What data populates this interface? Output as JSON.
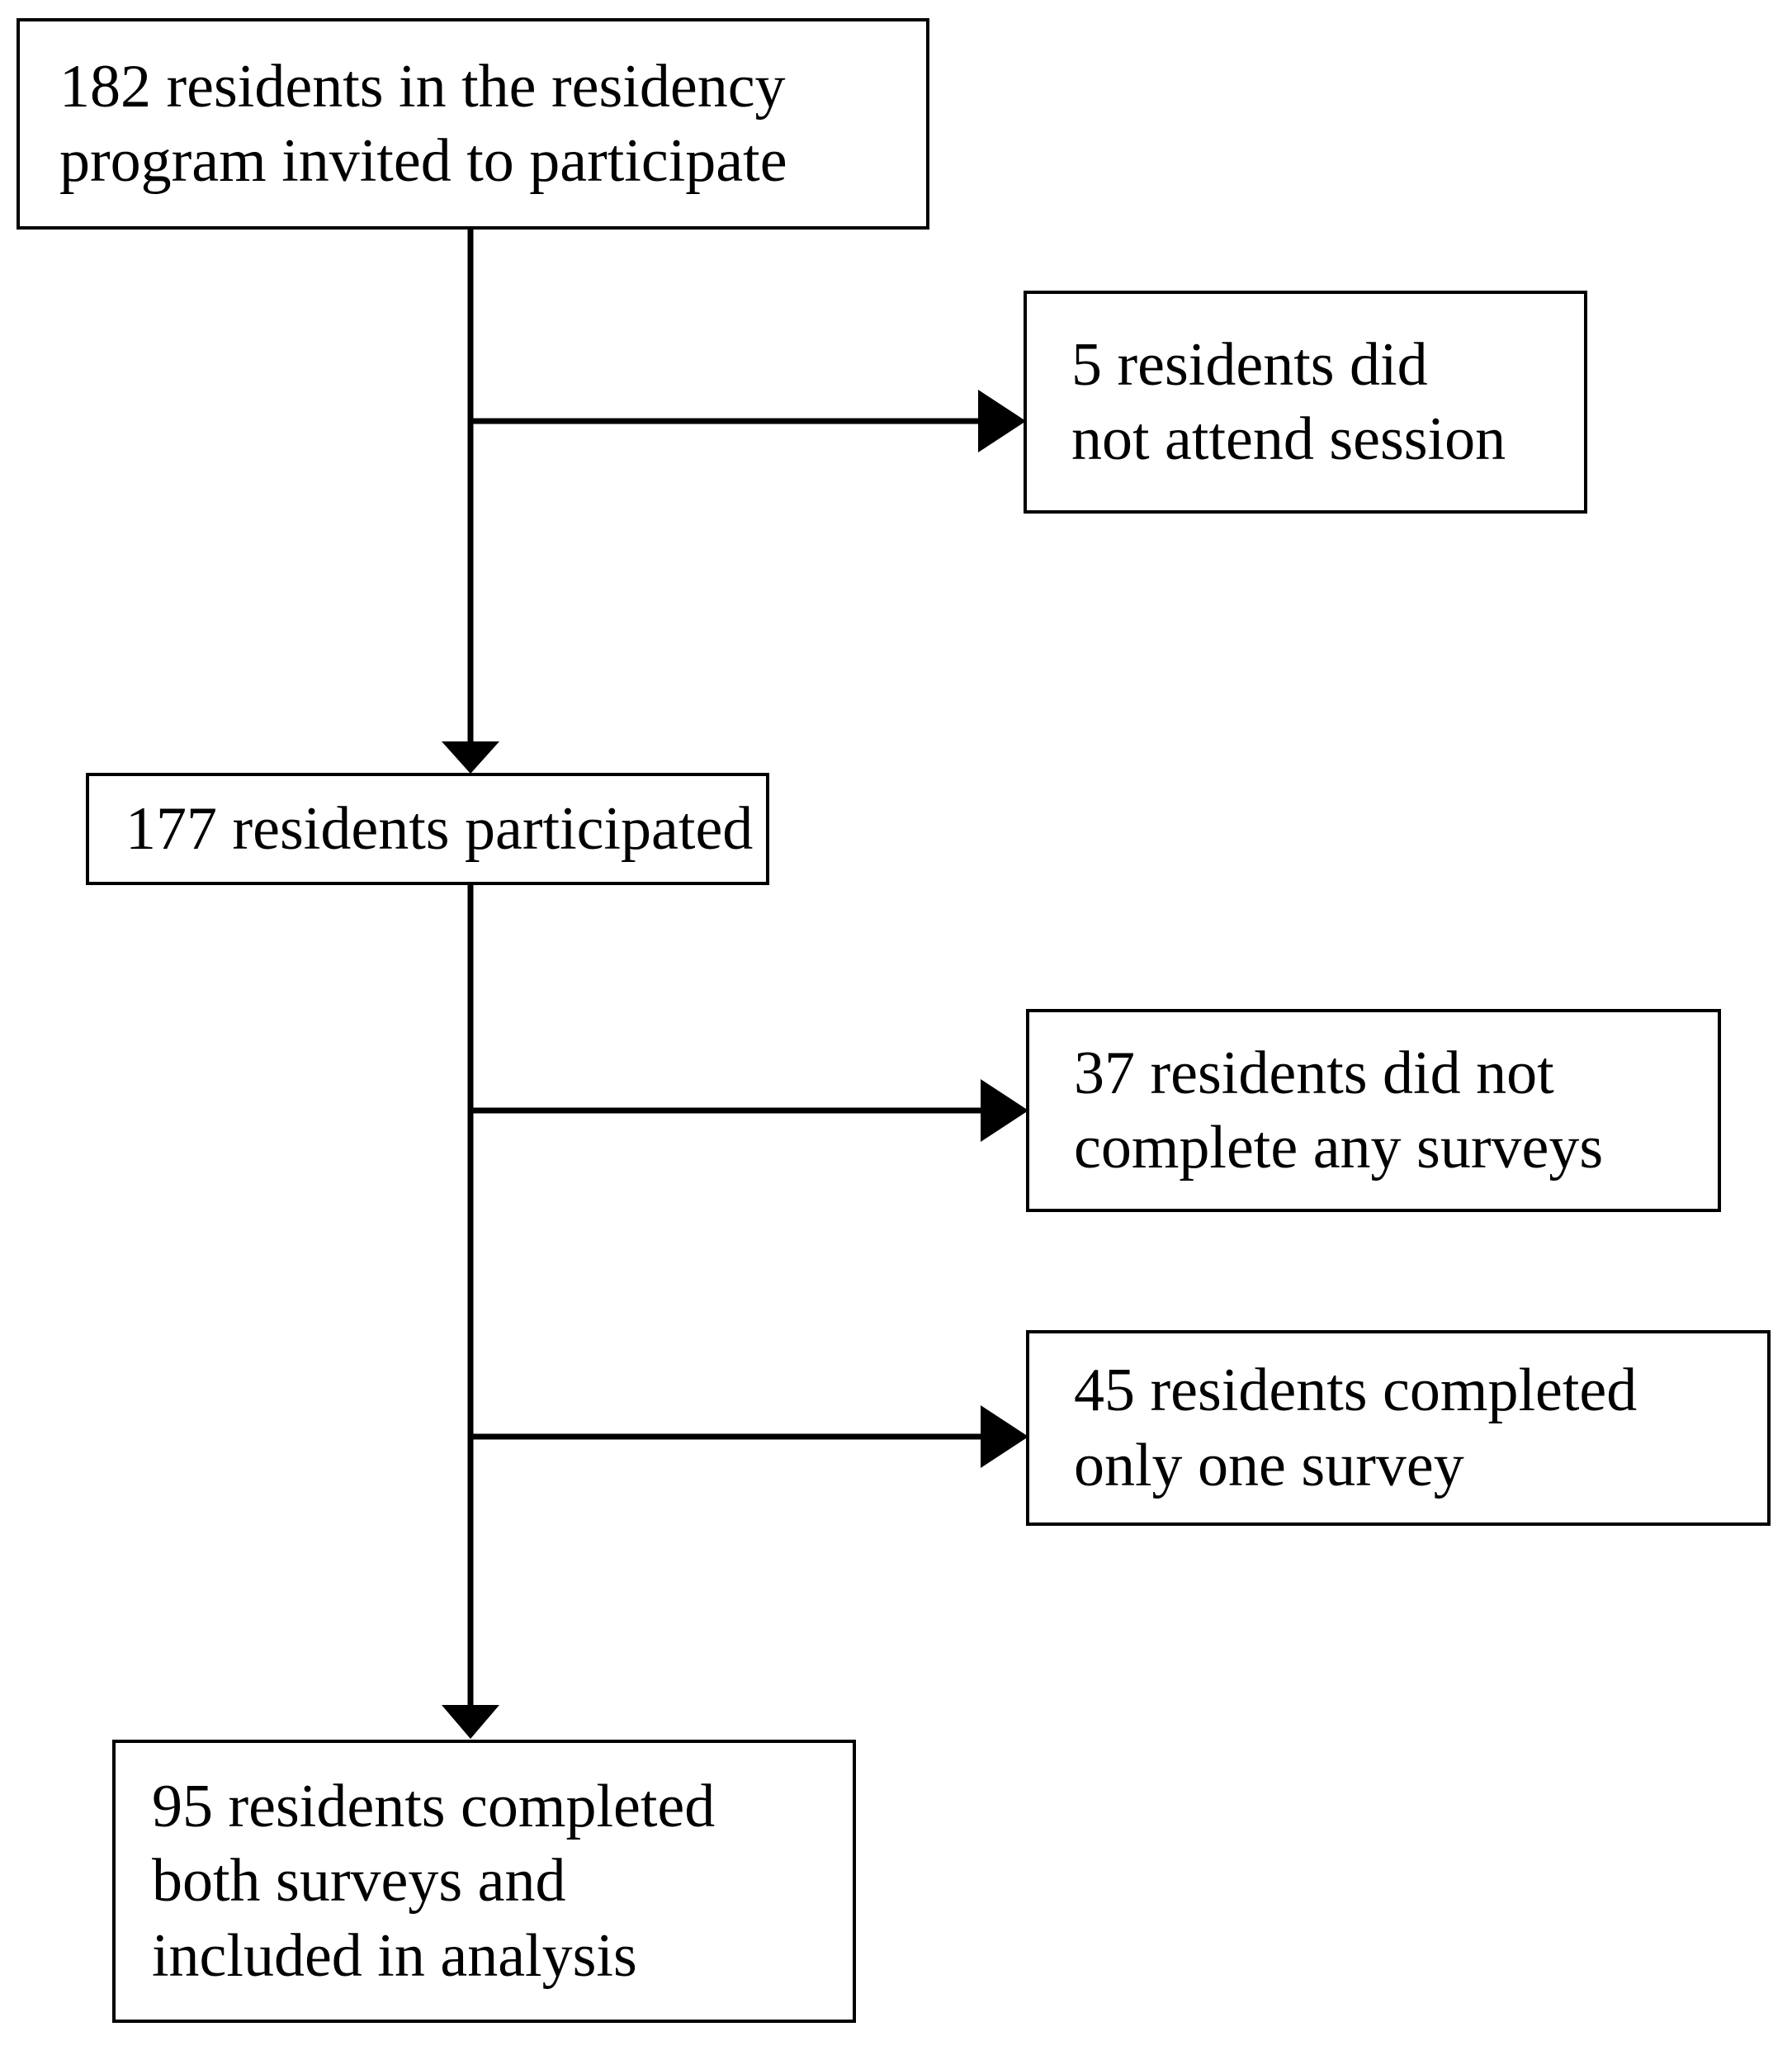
{
  "figure": {
    "type": "flowchart",
    "title": "",
    "orientation": "top-to-bottom with right-side exclusion branches",
    "background_color": "#ffffff",
    "line_color": "#000000",
    "text_color": "#000000"
  },
  "nodes": {
    "invited": {
      "id": "invited",
      "count": 182,
      "text": "182 residents in the residency\nprogram invited to participate",
      "line1": "182 residents in the residency",
      "line2": "program invited to participate",
      "column": "main"
    },
    "not_attend": {
      "id": "not_attend",
      "count": 5,
      "text": "5 residents did\nnot attend session",
      "line1": "5 residents did",
      "line2": "not attend session",
      "column": "exclusion"
    },
    "participated": {
      "id": "participated",
      "count": 177,
      "text": "177 residents participated",
      "line1": "177 residents participated",
      "column": "main"
    },
    "no_surveys": {
      "id": "no_surveys",
      "count": 37,
      "text": "37 residents did not\ncomplete any surveys",
      "line1": "37 residents did not",
      "line2": "complete any surveys",
      "column": "exclusion"
    },
    "one_survey": {
      "id": "one_survey",
      "count": 45,
      "text": "45 residents completed\nonly one survey",
      "line1": "45 residents completed",
      "line2": "only one survey",
      "column": "exclusion"
    },
    "included": {
      "id": "included",
      "count": 95,
      "text": "95 residents completed\nboth surveys and\nincluded in analysis",
      "line1": "95 residents completed",
      "line2": "both surveys and",
      "line3": "included in analysis",
      "column": "main"
    }
  },
  "edges": [
    {
      "id": "edge-invited-to-participated",
      "from": "invited",
      "to": "participated",
      "kind": "vertical-arrow"
    },
    {
      "id": "edge-invited-to-not-attend",
      "from": "invited",
      "to": "not_attend",
      "kind": "branch-arrow-right"
    },
    {
      "id": "edge-participated-to-included",
      "from": "participated",
      "to": "included",
      "kind": "vertical-arrow"
    },
    {
      "id": "edge-participated-to-no-surveys",
      "from": "participated",
      "to": "no_surveys",
      "kind": "branch-arrow-right"
    },
    {
      "id": "edge-participated-to-one-survey",
      "from": "participated",
      "to": "one_survey",
      "kind": "branch-arrow-right"
    }
  ]
}
